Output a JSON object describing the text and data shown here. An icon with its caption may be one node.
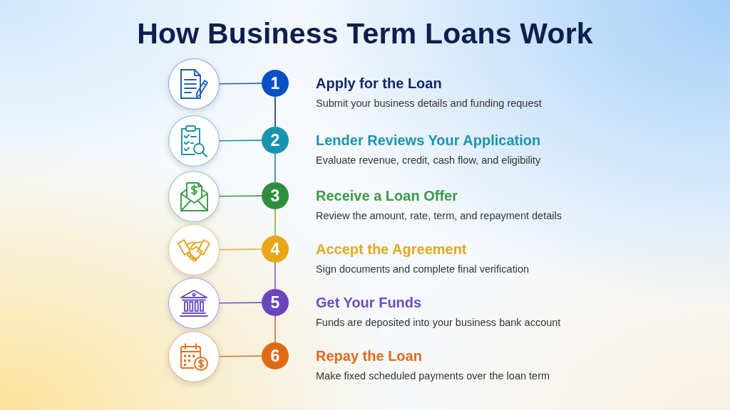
{
  "diagram": {
    "title": "How Business Term Loans Work",
    "nodes": [
      {
        "text": [],
        "shape": "circle"
      },
      {
        "text": [
          "1"
        ],
        "beside": [
          "Apply for the Loan",
          "Submit your business details and funding request"
        ]
      },
      {
        "text": [],
        "shape": "circle"
      },
      {
        "text": [
          "2"
        ],
        "beside": [
          "Lender Reviews Your Application",
          "Evaluate revenue, credit, cash flow, and eligibility"
        ]
      },
      {
        "text": [],
        "shape": "circle"
      },
      {
        "text": [
          "3"
        ],
        "beside": [
          "Receive a Loan Offer",
          "Review the amount, rate, term, and repayment details"
        ]
      },
      {
        "text": [],
        "shape": "circle"
      },
      {
        "text": [
          "4"
        ],
        "beside": [
          "Accept the Agreement",
          "Sign documents and complete final verification"
        ]
      },
      {
        "text": [],
        "shape": "circle"
      },
      {
        "text": [
          "5"
        ],
        "beside": [
          "Get Your Funds",
          "Funds are deposited into your business bank account"
        ]
      },
      {
        "text": [],
        "shape": "circle"
      },
      {
        "text": [
          "6"
        ],
        "beside": [
          "Repay the Loan",
          "Make fixed scheduled payments over the loan term"
        ]
      }
    ],
    "edges": [
      {
        "from": 0,
        "to": 1,
        "arrow": "none",
        "color": "#2b6cb8"
      },
      {
        "from": 1,
        "to": 3,
        "arrow": "none",
        "color": "#1c2f66"
      },
      {
        "from": 2,
        "to": 3,
        "arrow": "none",
        "color": "#1e8fa8"
      },
      {
        "from": 3,
        "to": 5,
        "arrow": "none",
        "color": "#1e7f8a"
      },
      {
        "from": 4,
        "to": 5,
        "arrow": "none",
        "color": "#3b9a4b"
      },
      {
        "from": 5,
        "to": 7,
        "arrow": "none",
        "color": "#8fa83a"
      },
      {
        "from": 6,
        "to": 7,
        "arrow": "none",
        "color": "#e6b23a"
      },
      {
        "from": 7,
        "to": 9,
        "arrow": "none",
        "color": "#7b5cc4"
      },
      {
        "from": 8,
        "to": 9,
        "arrow": "none",
        "color": "#6a56c2"
      },
      {
        "from": 9,
        "to": 11,
        "arrow": "none",
        "color": "#c46b2e"
      },
      {
        "from": 10,
        "to": 11,
        "arrow": "none",
        "color": "#d87a35"
      }
    ]
  }
}
